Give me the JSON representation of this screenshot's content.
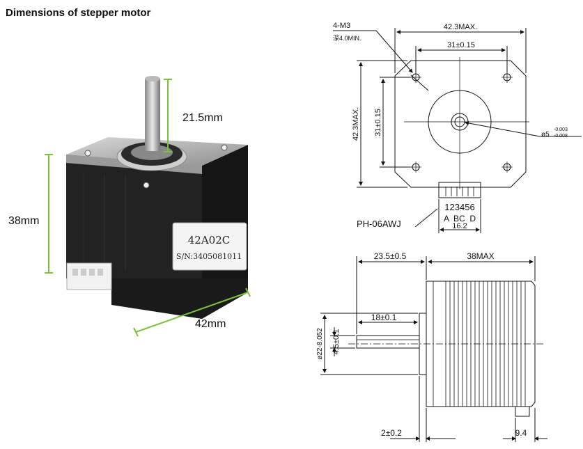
{
  "title": "Dimensions of stepper motor",
  "photo": {
    "shaft_length": "21.5mm",
    "height": "38mm",
    "width": "42mm",
    "label_model": "42A02C",
    "label_serial": "S/N:3405081011"
  },
  "front_view": {
    "screw_callout": "4-M3",
    "screw_depth": "深4.0MIN.",
    "width_max": "42.3MAX.",
    "hole_spacing_h": "31±0.15",
    "height_max": "42.3MAX.",
    "hole_spacing_v": "31±0.15",
    "shaft_dia": "ø5",
    "shaft_tol_upper": "-0.003",
    "shaft_tol_lower": "-0.008",
    "connector_pins": "123456",
    "connector_phases": "A  BC  D",
    "connector_width": "16.2",
    "connector_model": "PH-06AWJ"
  },
  "side_view": {
    "shaft_total": "23.5±0.5",
    "body_length": "38MAX",
    "flat_length": "18±0.1",
    "boss_dia": "ø22-8.052",
    "flat_depth": "4.5±0.1",
    "boss_height": "2±0.2",
    "connector_offset": "9.4"
  },
  "colors": {
    "line": "#111111",
    "body": "#1c1c1c",
    "plate": "#b8b8b8",
    "label_wire": "#7fbf3f"
  }
}
